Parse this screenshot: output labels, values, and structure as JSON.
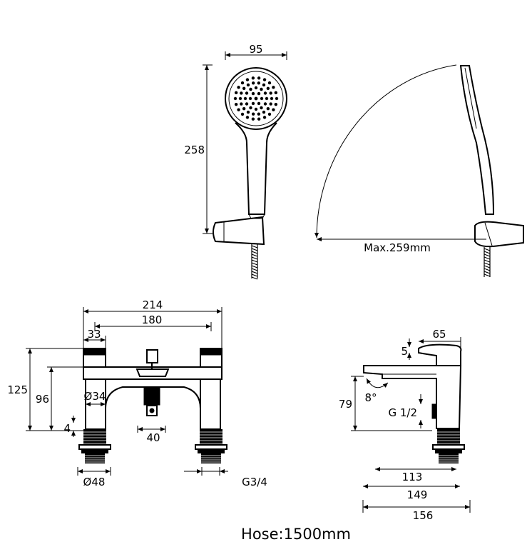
{
  "dimensions": {
    "handset_width": "95",
    "handset_height": "258",
    "max_reach": "Max.259mm",
    "overall_width": "214",
    "centres": "180",
    "handle_width": "33",
    "overall_height": "125",
    "body_height": "96",
    "spout_diameter": "Ø34",
    "small_offset": "4",
    "diverter_width": "40",
    "base_diameter": "Ø48",
    "inlet_thread": "G3/4",
    "top_offset": "5",
    "lever_length": "65",
    "spout_height": "79",
    "spout_angle": "8°",
    "side_thread": "G 1/2",
    "spout_reach": "113",
    "depth_mid": "149",
    "depth_total": "156"
  },
  "footer": {
    "hose": "Hose:1500mm"
  }
}
